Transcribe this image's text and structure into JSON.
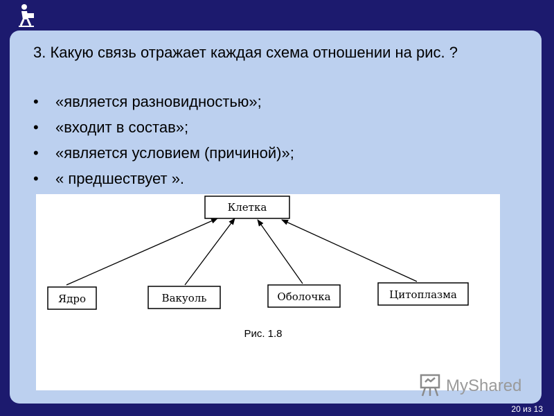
{
  "question": "3. Какую связь отражает каждая схема отношении на рис. ?",
  "bullets": [
    "«является разновидностью»;",
    "«входит в состав»;",
    "«является условием (причиной)»;",
    "« предшествует »."
  ],
  "figure": {
    "root": "Клетка",
    "children": [
      "Ядро",
      "Вакуоль",
      "Оболочка",
      "Цитоплазма"
    ],
    "caption": "Рис. 1.8"
  },
  "watermark": "MyShared",
  "page_number": "20 из 13",
  "colors": {
    "background": "#1c1a6e",
    "panel": "#bcd0ef"
  },
  "icons": {
    "logo": "reading-person-icon",
    "watermark": "presentation-board-icon"
  }
}
